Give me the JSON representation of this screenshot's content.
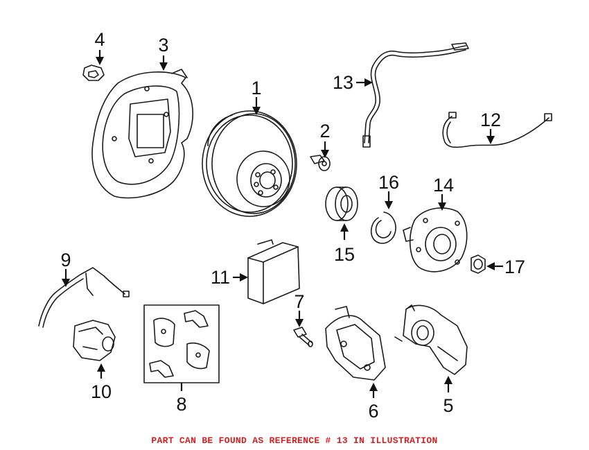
{
  "callouts": [
    "1",
    "2",
    "3",
    "4",
    "5",
    "6",
    "7",
    "8",
    "9",
    "10",
    "11",
    "12",
    "13",
    "14",
    "15",
    "16",
    "17"
  ],
  "footnote": "PART CAN BE FOUND AS REFERENCE # 13 IN ILLUSTRATION",
  "colors": {
    "footnote": "#d42020",
    "line_art": "#1a1a1a",
    "background": "#ffffff"
  },
  "icons": [
    "backing-plate-icon",
    "bolt-icon",
    "brake-rotor-icon",
    "wheel-bearing-icon",
    "snap-ring-icon",
    "wheel-hub-icon",
    "hub-nut-icon",
    "abs-sensor-cable-icon",
    "wear-sensor-wire-icon",
    "control-module-icon",
    "brake-pad-set-icon",
    "caliper-bracket-icon",
    "caliper-icon",
    "actuator-icon"
  ]
}
